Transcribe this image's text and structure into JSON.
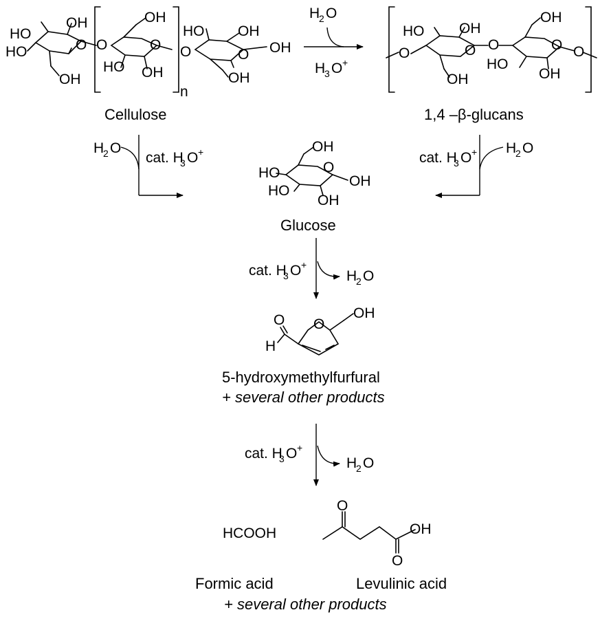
{
  "compounds": {
    "cellulose": "Cellulose",
    "glucans": "1,4 –β-glucans",
    "glucose": "Glucose",
    "hmf": "5-hydroxymethylfurfural",
    "hmf_other": "+ several other products",
    "formic_formula": "HCOOH",
    "formic_name": "Formic acid",
    "levulinic_name": "Levulinic acid",
    "final_other": "+ several other products"
  },
  "atoms": {
    "oh": "OH",
    "ho": "HO",
    "o": "O",
    "h": "H",
    "n": "n"
  },
  "reagents": {
    "cat": "cat. H",
    "h3": "H",
    "sub3": "3",
    "o": "O",
    "plus": "+",
    "h2": "H",
    "sub2": "2"
  }
}
